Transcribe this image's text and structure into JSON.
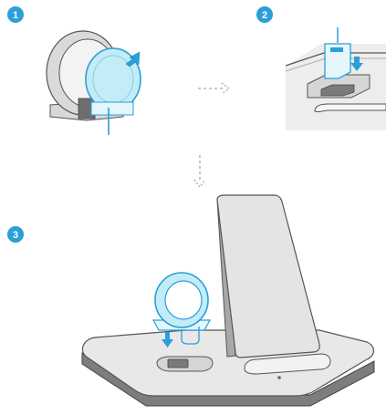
{
  "steps": [
    {
      "number": "1"
    },
    {
      "number": "2"
    },
    {
      "number": "3"
    }
  ],
  "colors": {
    "accent": "#2a9fd8",
    "accent_fill": "#c4ecf7",
    "gray_light": "#e5e5e5",
    "gray_mid": "#cfcfcf",
    "gray_dark": "#8c8c8c",
    "outline": "#555555"
  }
}
